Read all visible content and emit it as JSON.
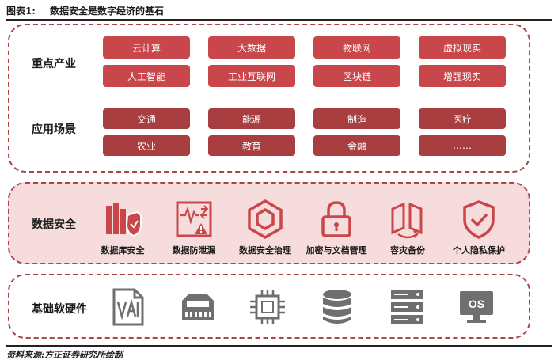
{
  "caption": {
    "number": "图表1:",
    "title": "数据安全是数字经济的基石"
  },
  "sections": {
    "key_industries": {
      "label": "重点产业",
      "chips": [
        "云计算",
        "大数据",
        "物联网",
        "虚拟现实",
        "人工智能",
        "工业互联网",
        "区块链",
        "增强现实"
      ]
    },
    "scenarios": {
      "label": "应用场景",
      "chips": [
        "交通",
        "能源",
        "制造",
        "医疗",
        "农业",
        "教育",
        "金融",
        "……"
      ]
    },
    "data_security": {
      "label": "数据安全",
      "items": [
        {
          "label": "数据库安全",
          "icon": "database-shield-icon"
        },
        {
          "label": "数据防泄漏",
          "icon": "leak-warning-icon"
        },
        {
          "label": "数据安全治理",
          "icon": "hexagon-icon"
        },
        {
          "label": "加密与文档管理",
          "icon": "padlock-icon"
        },
        {
          "label": "容灾备份",
          "icon": "backup-icon"
        },
        {
          "label": "个人隐私保护",
          "icon": "shield-check-icon"
        }
      ]
    },
    "infrastructure": {
      "label": "基础软硬件",
      "icons": [
        "vai-document-icon",
        "memory-module-icon",
        "cpu-chip-icon",
        "database-cylinder-icon",
        "server-rack-icon"
      ],
      "os_text": "OS"
    }
  },
  "source": "资料来源:方正证券研究所绘制",
  "colors": {
    "accent": "#c9464a",
    "accent_dark": "#a93e41",
    "band": "#f6dcdc",
    "border": "#a94448",
    "icon_gray": "#6f6f6f"
  }
}
